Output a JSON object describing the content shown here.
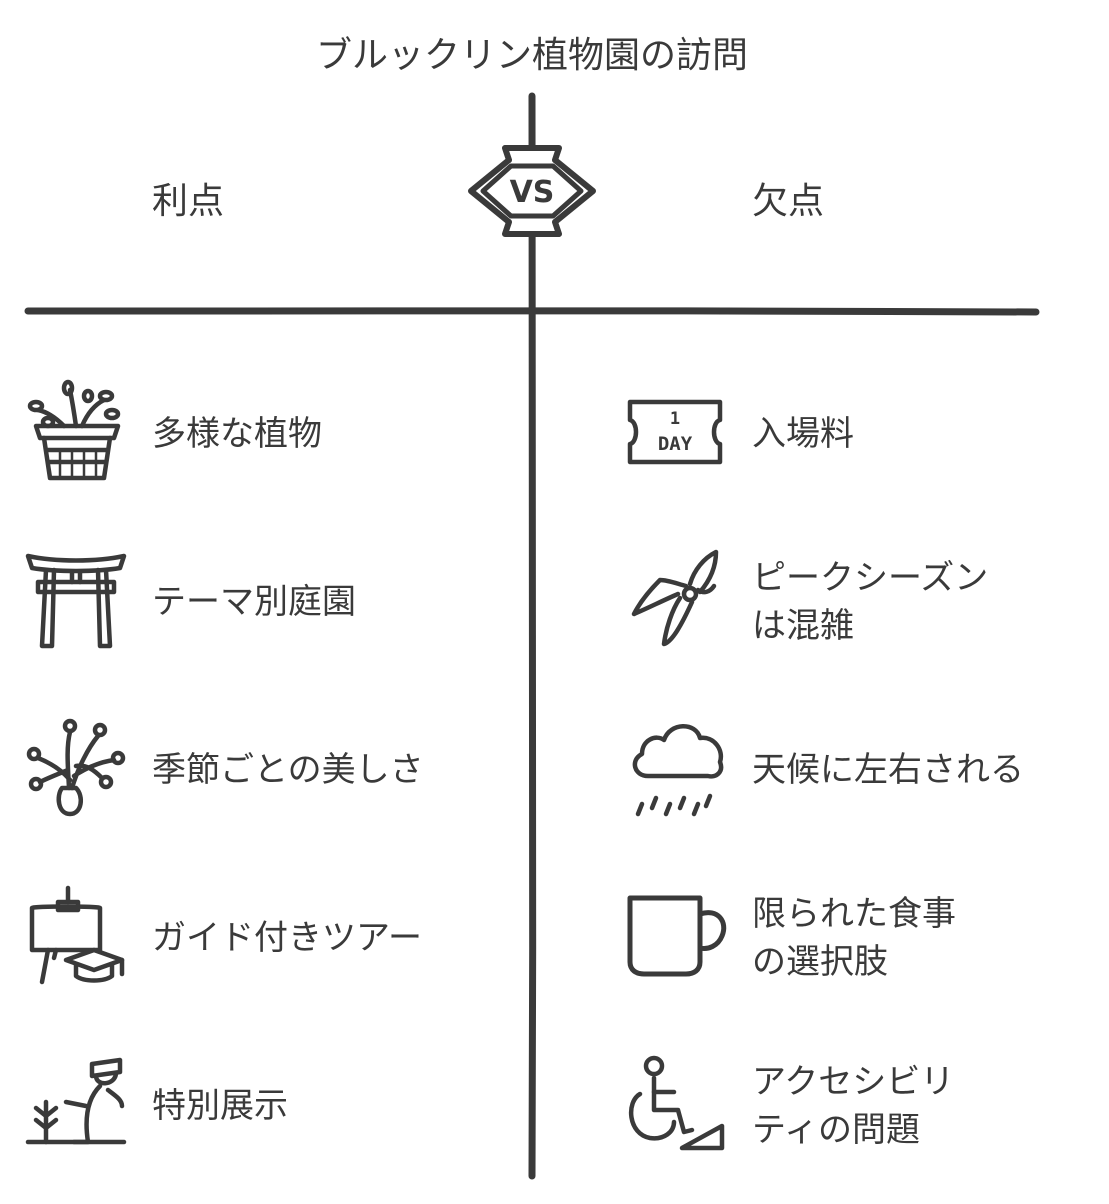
{
  "title": "ブルックリン植物園の訪問",
  "vs_label": "VS",
  "pros": {
    "heading": "利点",
    "items": [
      {
        "icon": "plant-basket-icon",
        "label": "多様な植物"
      },
      {
        "icon": "torii-gate-icon",
        "label": "テーマ別庭園"
      },
      {
        "icon": "flower-vase-icon",
        "label": "季節ごとの美しさ"
      },
      {
        "icon": "presentation-board-icon",
        "label": "ガイド付きツアー"
      },
      {
        "icon": "gardener-icon",
        "label": "特別展示"
      }
    ]
  },
  "cons": {
    "heading": "欠点",
    "items": [
      {
        "icon": "day-ticket-icon",
        "label": "入場料",
        "ticket_line1": "1",
        "ticket_line2": "DAY"
      },
      {
        "icon": "pruning-shears-icon",
        "label_line1": "ピークシーズン",
        "label_line2": "は混雑"
      },
      {
        "icon": "rain-cloud-icon",
        "label": "天候に左右される"
      },
      {
        "icon": "mug-icon",
        "label_line1": "限られた食事",
        "label_line2": "の選択肢"
      },
      {
        "icon": "wheelchair-ramp-icon",
        "label_line1": "アクセシビリ",
        "label_line2": "ティの問題"
      }
    ]
  }
}
